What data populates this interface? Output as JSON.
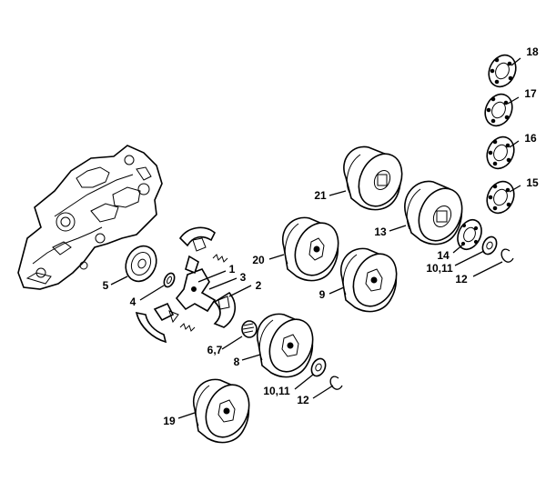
{
  "labels": {
    "p18": "18",
    "p17": "17",
    "p16": "16",
    "p15": "15",
    "p21": "21",
    "p13": "13",
    "p20": "20",
    "p14": "14",
    "p10_11_right": "10,11",
    "p12_right": "12",
    "p9": "9",
    "p1": "1",
    "p3": "3",
    "p2": "2",
    "p5": "5",
    "p4": "4",
    "p6_7": "6,7",
    "p8": "8",
    "p10_11_bottom": "10,11",
    "p12_bottom": "12",
    "p19": "19"
  },
  "icons": {
    "crankcase": "crankcase-housing-icon",
    "sprocket": "sprocket-drum-icon",
    "rim": "rim-sprocket-icon",
    "washer": "washer-icon",
    "clip": "e-clip-icon",
    "spring": "spring-icon",
    "shoe": "clutch-shoe-icon",
    "bearing": "needle-bearing-icon",
    "cover": "cover-disc-icon"
  }
}
